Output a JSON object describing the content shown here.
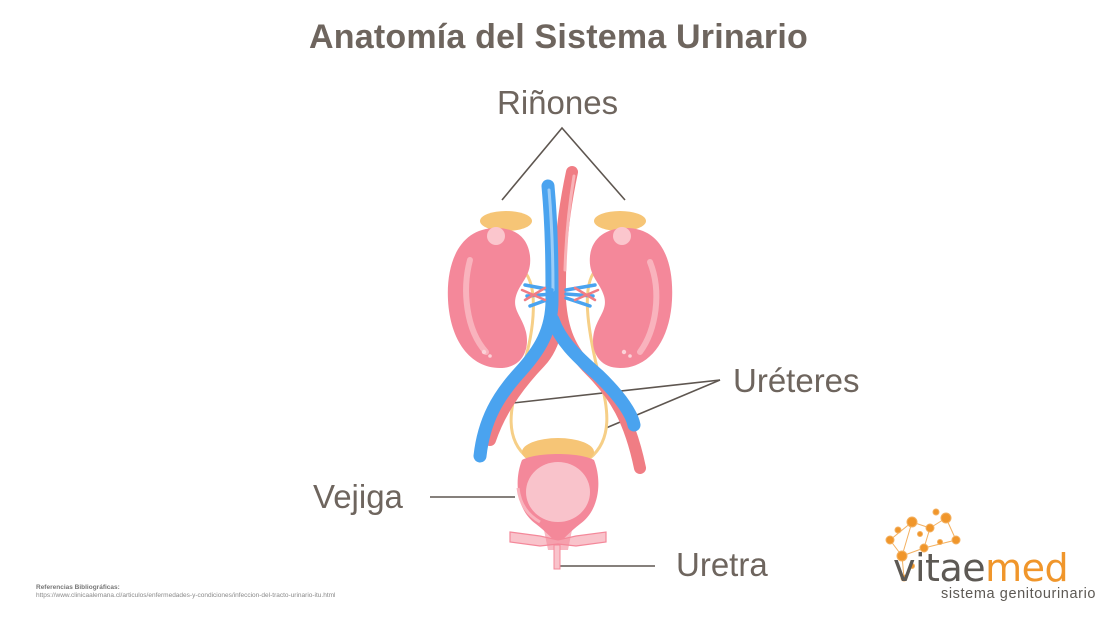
{
  "title": "Anatomía del Sistema Urinario",
  "labels": {
    "kidneys": "Riñones",
    "ureters": "Uréteres",
    "bladder": "Vejiga",
    "urethra": "Uretra"
  },
  "references": {
    "heading": "Referencias Bibliográficas:",
    "url": "https://www.clinicaalemana.cl/articulos/enfermedades-y-condiciones/infeccion-del-tracto-urinario-itu.html"
  },
  "logo": {
    "name_part1": "vitae",
    "name_part2": "med",
    "tagline": "sistema genitourinario"
  },
  "colors": {
    "text": "#6e655e",
    "kidney": "#f4889a",
    "vein": "#4aa3ef",
    "artery": "#f07d84",
    "ureter": "#f6cf87",
    "adrenal": "#f6c576",
    "brand_orange": "#f0962b"
  }
}
